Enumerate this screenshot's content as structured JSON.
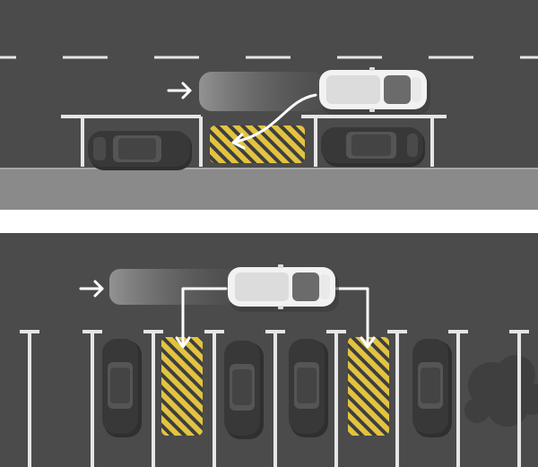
{
  "colors": {
    "road": "#4a4a4a",
    "sidewalk": "#8a8a8a",
    "divider": "#ffffff",
    "line": "#e6e6e6",
    "hatch_fill": "#e2c341",
    "hatch_stripe": "#3e3e3e",
    "parked_car": "#333333",
    "parked_car_glass": "#555555",
    "ego_car": "#f2f2f2",
    "ego_car_glass": "#6b6b6b",
    "arrow": "#ffffff",
    "shadow": "#3c3c3c"
  },
  "panels": [
    {
      "id": "parallel",
      "parked_cars": 2,
      "target_spaces": 1,
      "entry_arrow_icon": "arrow-right-icon"
    },
    {
      "id": "perpendicular",
      "parked_cars": 4,
      "target_spaces": 2,
      "entry_arrow_icon": "arrow-right-icon"
    }
  ]
}
